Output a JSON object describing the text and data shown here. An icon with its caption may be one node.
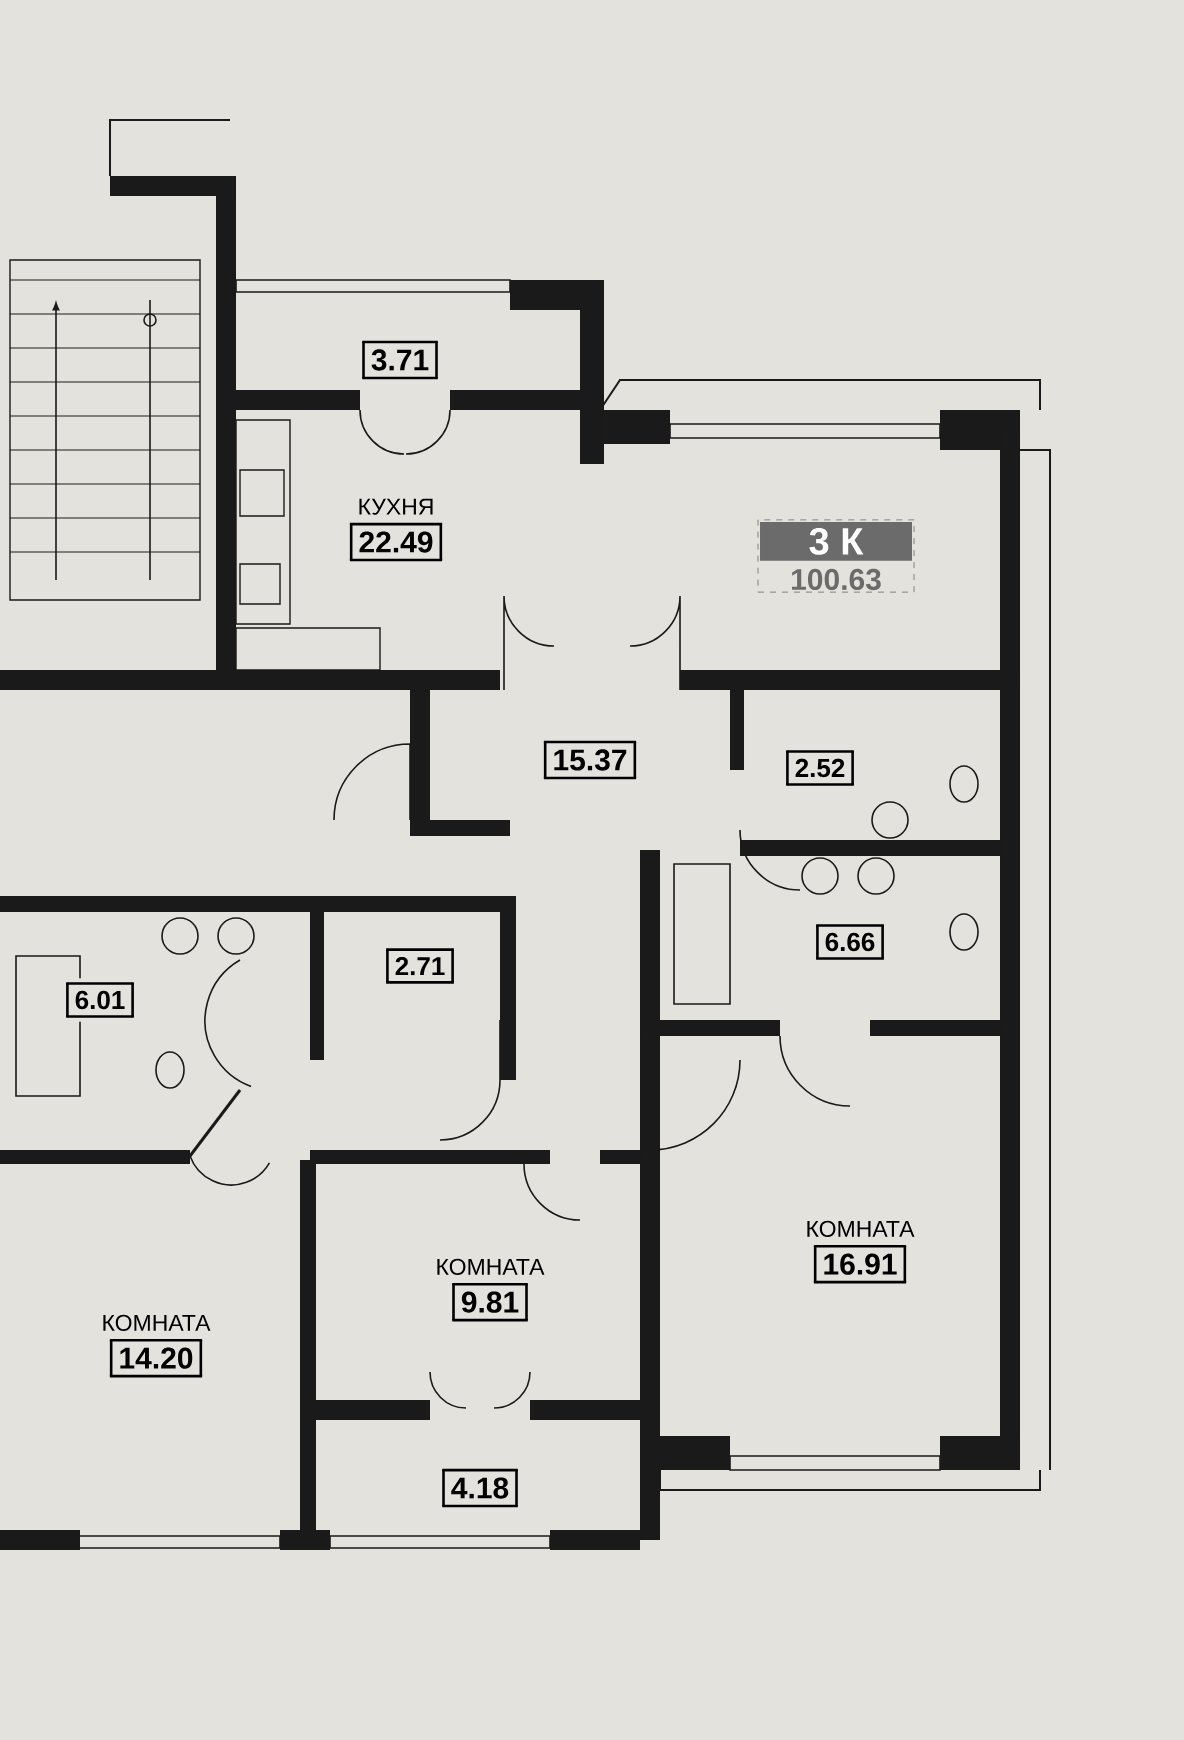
{
  "diagram": {
    "nodes": [
      {
        "text": [
          "3.71"
        ]
      },
      {
        "text": [
          "КУХНЯ",
          "22.49"
        ]
      },
      {
        "text": [
          "3 К",
          "100.63"
        ]
      },
      {
        "text": [
          "15.37"
        ]
      },
      {
        "text": [
          "2.52"
        ]
      },
      {
        "text": [
          "6.01"
        ]
      },
      {
        "text": [
          "2.71"
        ]
      },
      {
        "text": [
          "6.66"
        ]
      },
      {
        "text": [
          "КОМНАТА",
          "9.81"
        ]
      },
      {
        "text": [
          "КОМНАТА",
          "16.91"
        ]
      },
      {
        "text": [
          "КОМНАТА",
          "14.20"
        ]
      },
      {
        "text": [
          "4.18"
        ]
      }
    ]
  }
}
